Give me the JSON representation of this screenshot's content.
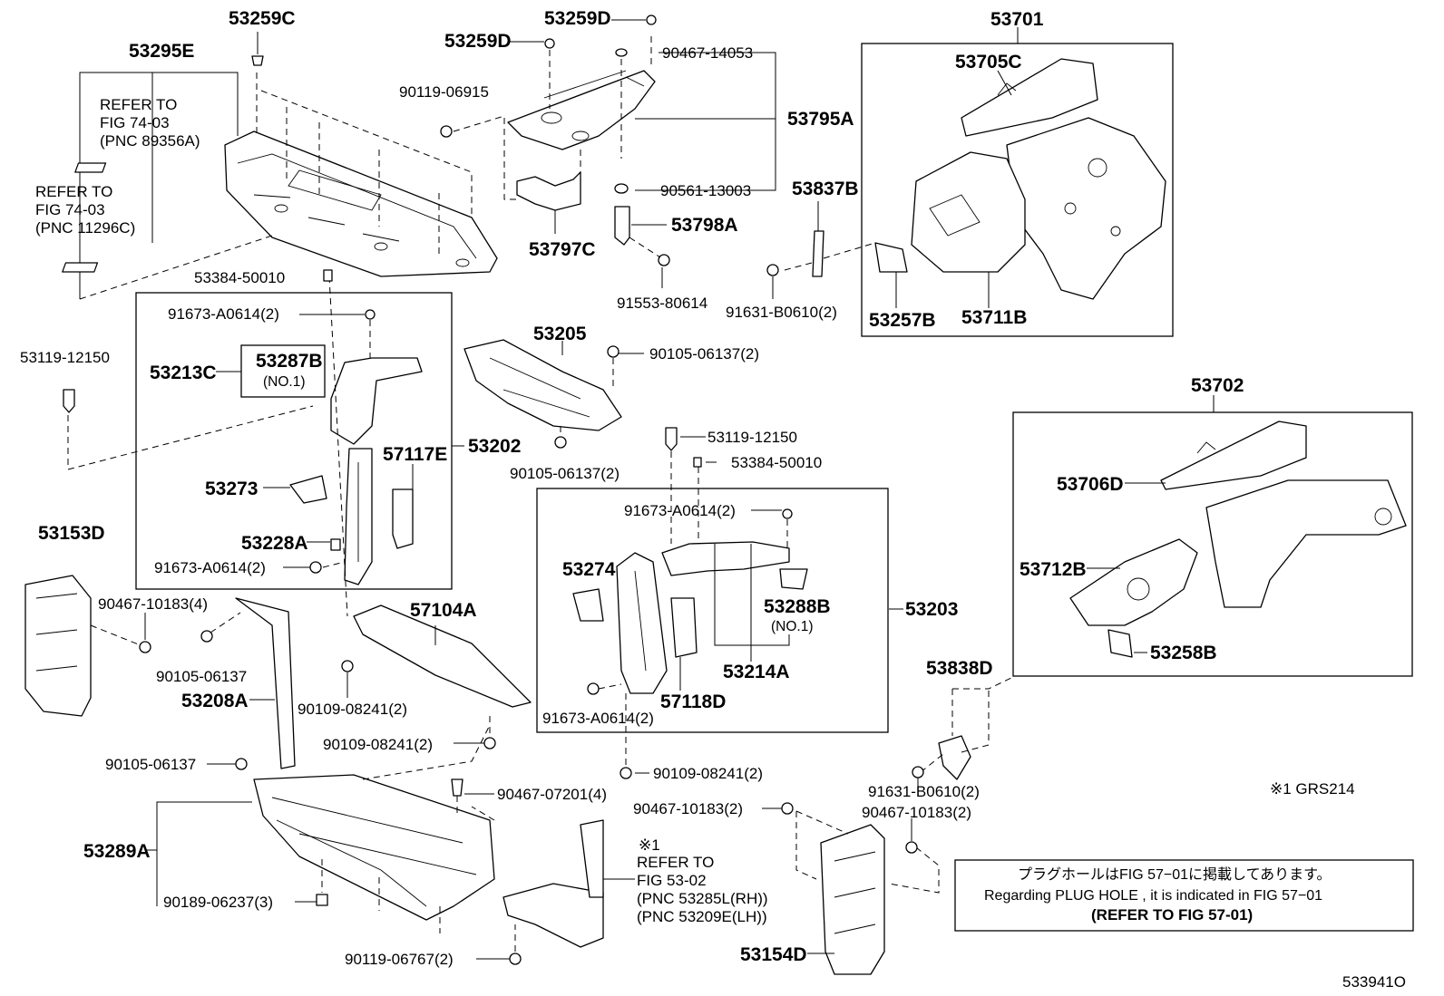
{
  "diagram_id": "533941O",
  "note_model": "※1 GRS214",
  "parts": {
    "p53259C": "53259C",
    "p53295E": "53295E",
    "p53259D_top": "53259D",
    "p53259D": "53259D",
    "p90467_14053": "90467-14053",
    "p90119_06915": "90119-06915",
    "p53795A": "53795A",
    "p90561_13003": "90561-13003",
    "p53798A": "53798A",
    "p53797C": "53797C",
    "p91553_80614": "91553-80614",
    "p53701": "53701",
    "p53705C": "53705C",
    "p53837B": "53837B",
    "p91631_B0610_top": "91631-B0610(2)",
    "p53257B": "53257B",
    "p53711B": "53711B",
    "p53384_50010_top": "53384-50010",
    "p91673_A0614_a": "91673-A0614(2)",
    "p53119_12150_left": "53119-12150",
    "p53213C": "53213C",
    "p53287B": "53287B",
    "p53287B_sub": "(NO.1)",
    "p53205": "53205",
    "p90105_06137_2a": "90105-06137(2)",
    "p90105_06137_2b": "90105-06137(2)",
    "p53202": "53202",
    "p57117E": "57117E",
    "p53273": "53273",
    "p53228A": "53228A",
    "p91673_A0614_b": "91673-A0614(2)",
    "p53119_12150_mid": "53119-12150",
    "p53384_50010_mid": "53384-50010",
    "p53702": "53702",
    "p53706D": "53706D",
    "p91673_A0614_c": "91673-A0614(2)",
    "p53153D": "53153D",
    "p90467_10183_4": "90467-10183(4)",
    "p57104A": "57104A",
    "p53274": "53274",
    "p53288B": "53288B",
    "p53288B_sub": "(NO.1)",
    "p53203": "53203",
    "p53712B": "53712B",
    "p53258B": "53258B",
    "p90105_06137": "90105-06137",
    "p53208A": "53208A",
    "p90109_08241_a": "90109-08241(2)",
    "p53214A": "53214A",
    "p57118D": "57118D",
    "p91673_A0614_d": "91673-A0614(2)",
    "p53838D": "53838D",
    "p90109_08241_b": "90109-08241(2)",
    "p90105_06137_low": "90105-06137",
    "p90109_08241_c": "90109-08241(2)",
    "p91631_B0610_low": "91631-B0610(2)",
    "p90467_07201": "90467-07201(4)",
    "p90467_10183_2a": "90467-10183(2)",
    "p90467_10183_2b": "90467-10183(2)",
    "p53289A": "53289A",
    "p90189_06237": "90189-06237(3)",
    "p90119_06767": "90119-06767(2)",
    "p53154D": "53154D"
  },
  "refs": {
    "r1": [
      "REFER TO",
      "FIG 74-03",
      "(PNC 89356A)"
    ],
    "r2": [
      "REFER TO",
      "FIG 74-03",
      "(PNC 11296C)"
    ],
    "r3_mark": "※1",
    "r3": [
      "REFER TO",
      "FIG 53-02",
      "(PNC 53285L(RH))",
      "(PNC 53209E(LH))"
    ]
  },
  "plug_note": {
    "line1": "プラグホールはFIG 57−01に掲載してあります。",
    "line2": "Regarding  PLUG  HOLE , it is indicated in FIG  57−01",
    "line3": "(REFER TO FIG 57-01)"
  }
}
